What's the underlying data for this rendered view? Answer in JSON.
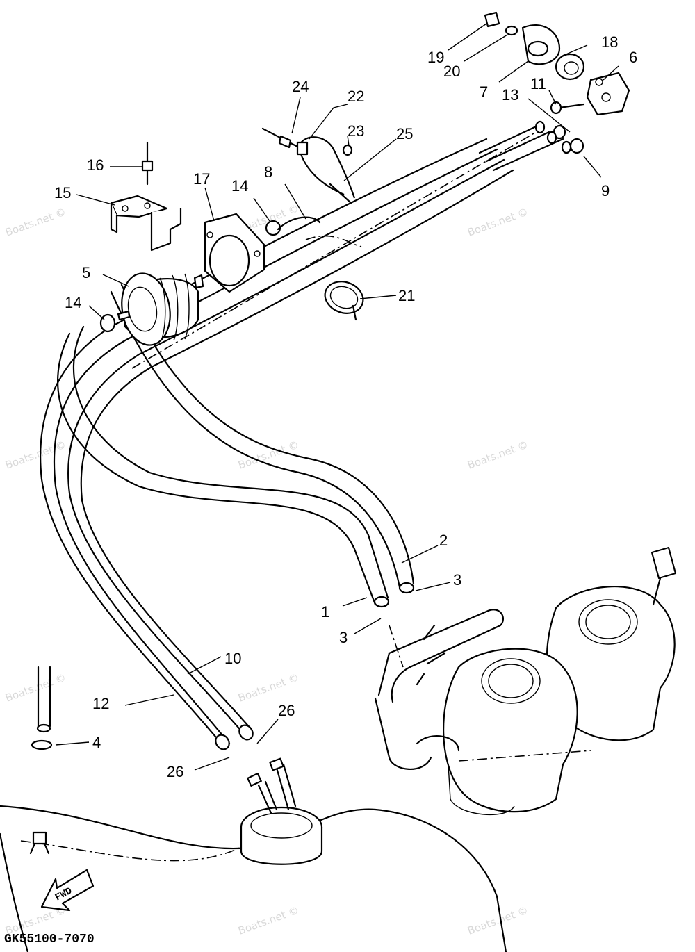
{
  "diagram": {
    "figure_code": "GK55100-7070",
    "direction_label": "FWD",
    "watermark_text": "Boats.net ©",
    "callouts": [
      {
        "id": "c1",
        "label": "1"
      },
      {
        "id": "c2",
        "label": "2"
      },
      {
        "id": "c3a",
        "label": "3"
      },
      {
        "id": "c3b",
        "label": "3"
      },
      {
        "id": "c4",
        "label": "4"
      },
      {
        "id": "c5",
        "label": "5"
      },
      {
        "id": "c6",
        "label": "6"
      },
      {
        "id": "c7",
        "label": "7"
      },
      {
        "id": "c8",
        "label": "8"
      },
      {
        "id": "c9",
        "label": "9"
      },
      {
        "id": "c10",
        "label": "10"
      },
      {
        "id": "c11",
        "label": "11"
      },
      {
        "id": "c12",
        "label": "12"
      },
      {
        "id": "c13",
        "label": "13"
      },
      {
        "id": "c14a",
        "label": "14"
      },
      {
        "id": "c14b",
        "label": "14"
      },
      {
        "id": "c15",
        "label": "15"
      },
      {
        "id": "c16",
        "label": "16"
      },
      {
        "id": "c17",
        "label": "17"
      },
      {
        "id": "c18",
        "label": "18"
      },
      {
        "id": "c19",
        "label": "19"
      },
      {
        "id": "c20",
        "label": "20"
      },
      {
        "id": "c21",
        "label": "21"
      },
      {
        "id": "c22",
        "label": "22"
      },
      {
        "id": "c23",
        "label": "23"
      },
      {
        "id": "c24",
        "label": "24"
      },
      {
        "id": "c25",
        "label": "25"
      },
      {
        "id": "c26a",
        "label": "26"
      },
      {
        "id": "c26b",
        "label": "26"
      }
    ]
  }
}
